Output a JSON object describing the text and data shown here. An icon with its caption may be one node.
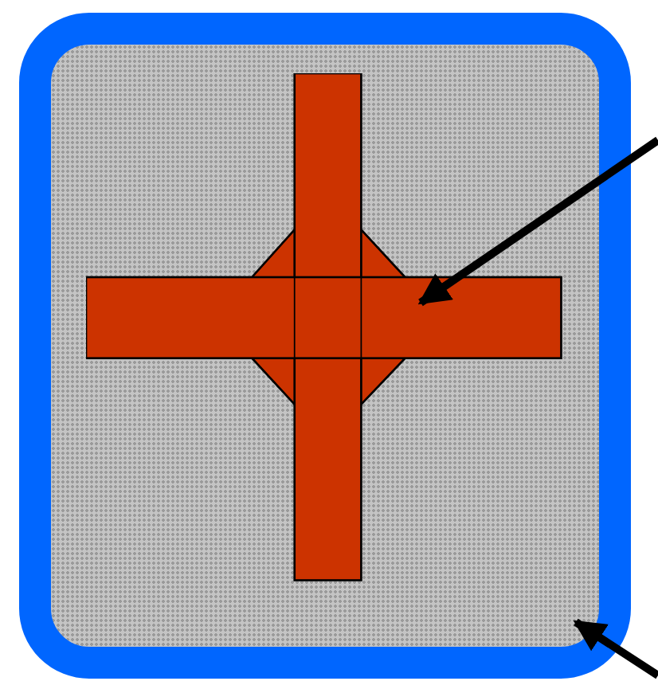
{
  "diagram": {
    "nodes": [
      {
        "text": [],
        "shape": "box"
      },
      {
        "text": [],
        "shape": "cross",
        "in": 0
      }
    ],
    "edges": [
      {
        "from": null,
        "to": 1,
        "arrow": "to"
      },
      {
        "from": null,
        "to": 0,
        "arrow": "to"
      }
    ]
  }
}
